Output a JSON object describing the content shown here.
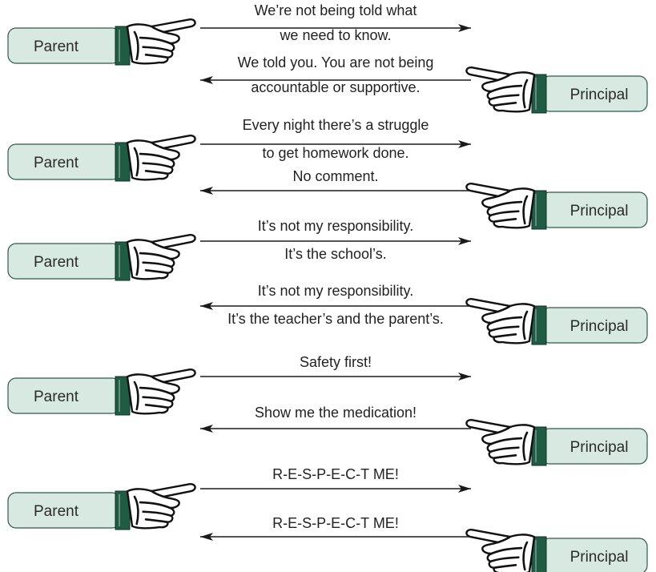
{
  "colors": {
    "box_fill": "#d8e9e1",
    "box_stroke": "#2f5a48",
    "cuff": "#1f5c43",
    "hand_fill": "#ffffff",
    "hand_stroke": "#111111",
    "line": "#1a1a1a",
    "text": "#222222"
  },
  "icons": {
    "hand": "pointing-hand-icon"
  },
  "exchanges": [
    {
      "speaker": "Parent",
      "direction": "right",
      "lines": [
        "We’re not being told what",
        "we need to know."
      ]
    },
    {
      "speaker": "Principal",
      "direction": "left",
      "lines": [
        "We told you. You are not being",
        "accountable or supportive."
      ]
    },
    {
      "speaker": "Parent",
      "direction": "right",
      "lines": [
        "Every night there’s a struggle",
        "to get homework done."
      ]
    },
    {
      "speaker": "Principal",
      "direction": "left",
      "lines": [
        "No comment."
      ]
    },
    {
      "speaker": "Parent",
      "direction": "right",
      "lines": [
        "It’s not my responsibility.",
        "It’s the school’s."
      ]
    },
    {
      "speaker": "Principal",
      "direction": "left",
      "lines": [
        "It’s not my responsibility.",
        "It’s the teacher’s and the parent’s."
      ]
    },
    {
      "speaker": "Parent",
      "direction": "right",
      "lines": [
        "Safety first!"
      ]
    },
    {
      "speaker": "Principal",
      "direction": "left",
      "lines": [
        "Show me the medication!"
      ]
    },
    {
      "speaker": "Parent",
      "direction": "right",
      "lines": [
        "R-E-S-P-E-C-T   ME!"
      ]
    },
    {
      "speaker": "Principal",
      "direction": "left",
      "lines": [
        "R-E-S-P-E-C-T   ME!"
      ]
    }
  ]
}
